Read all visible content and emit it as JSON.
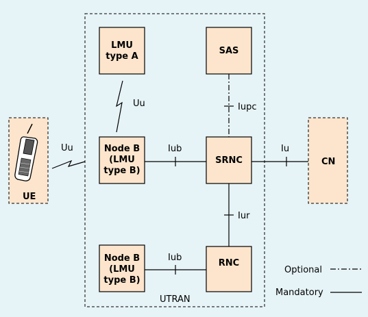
{
  "utran": {
    "label": "UTRAN"
  },
  "ue": {
    "label": "UE"
  },
  "cn": {
    "label": "CN"
  },
  "lmu_a": {
    "line1": "LMU",
    "line2": "type A"
  },
  "sas": {
    "label": "SAS"
  },
  "node_b_1": {
    "line1": "Node B",
    "line2": "(LMU",
    "line3": "type B)"
  },
  "node_b_2": {
    "line1": "Node B",
    "line2": "(LMU",
    "line3": "type B)"
  },
  "srnc": {
    "label": "SRNC"
  },
  "rnc": {
    "label": "RNC"
  },
  "interfaces": {
    "uu_ue": "Uu",
    "uu_lmu": "Uu",
    "iub_1": "Iub",
    "iub_2": "Iub",
    "iupc": "Iupc",
    "iu": "Iu",
    "iur": "Iur"
  },
  "legend": {
    "optional": "Optional",
    "mandatory": "Mandatory"
  }
}
